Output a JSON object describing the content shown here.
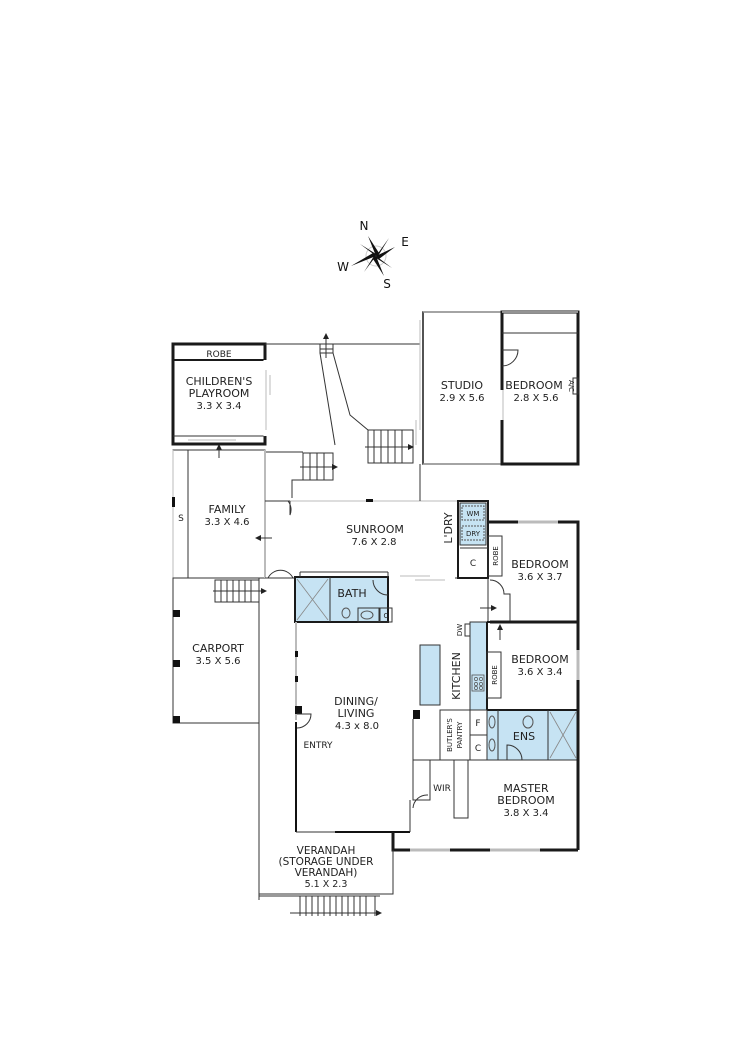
{
  "compass": {
    "n": "N",
    "e": "E",
    "s": "S",
    "w": "W"
  },
  "colors": {
    "wet_area": "#c6e3f3",
    "wall": "#1a1a1a"
  },
  "rooms": {
    "robe_top": {
      "name": "ROBE"
    },
    "playroom": {
      "name_line1": "CHILDREN'S",
      "name_line2": "PLAYROOM",
      "size": "3.3 X 3.4"
    },
    "studio": {
      "name": "STUDIO",
      "size": "2.9 X 5.6"
    },
    "bedroom_studio": {
      "name": "BEDROOM",
      "size": "2.8 X 5.6",
      "ac": "A/C"
    },
    "family": {
      "name": "FAMILY",
      "size": "3.3 X 4.6",
      "storage": "S"
    },
    "sunroom": {
      "name": "SUNROOM",
      "size": "7.6 X 2.8"
    },
    "laundry": {
      "name": "L'DRY",
      "wm": "WM",
      "dry": "DRY",
      "cupboard": "C"
    },
    "bedroom1": {
      "name": "BEDROOM",
      "size": "3.6 X 3.7",
      "robe": "ROBE"
    },
    "bath": {
      "name": "BATH",
      "cupboard": "C"
    },
    "carport": {
      "name": "CARPORT",
      "size": "3.5 X 5.6"
    },
    "kitchen": {
      "name": "KITCHEN",
      "dw": "DW"
    },
    "bedroom2": {
      "name": "BEDROOM",
      "size": "3.6 X 3.4",
      "robe": "ROBE"
    },
    "dining": {
      "name_line1": "DINING/",
      "name_line2": "LIVING",
      "size": "4.3 x 8.0",
      "entry": "ENTRY"
    },
    "butlers": {
      "name_line1": "BUTLER'S",
      "name_line2": "PANTRY",
      "fridge": "F",
      "cupboard": "C"
    },
    "ensuite": {
      "name": "ENS"
    },
    "wir": {
      "name": "WIR"
    },
    "master": {
      "name_line1": "MASTER",
      "name_line2": "BEDROOM",
      "size": "3.8 X 3.4"
    },
    "verandah": {
      "name_line1": "VERANDAH",
      "name_line2": "(STORAGE UNDER",
      "name_line3": "VERANDAH)",
      "size": "5.1 X 2.3"
    }
  }
}
